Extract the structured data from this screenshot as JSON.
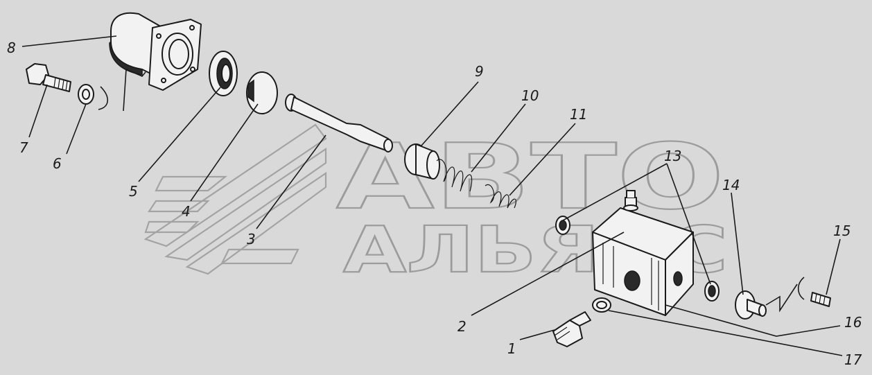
{
  "watermark": {
    "line1": "АВТО",
    "line2": "АЛЬЯНС"
  },
  "labels": {
    "p1": "1",
    "p2": "2",
    "p3": "3",
    "p4": "4",
    "p5": "5",
    "p6": "6",
    "p7": "7",
    "p8": "8",
    "p9": "9",
    "p10": "10",
    "p11": "11",
    "p13": "13",
    "p14": "14",
    "p15": "15",
    "p16": "16",
    "p17": "17"
  }
}
